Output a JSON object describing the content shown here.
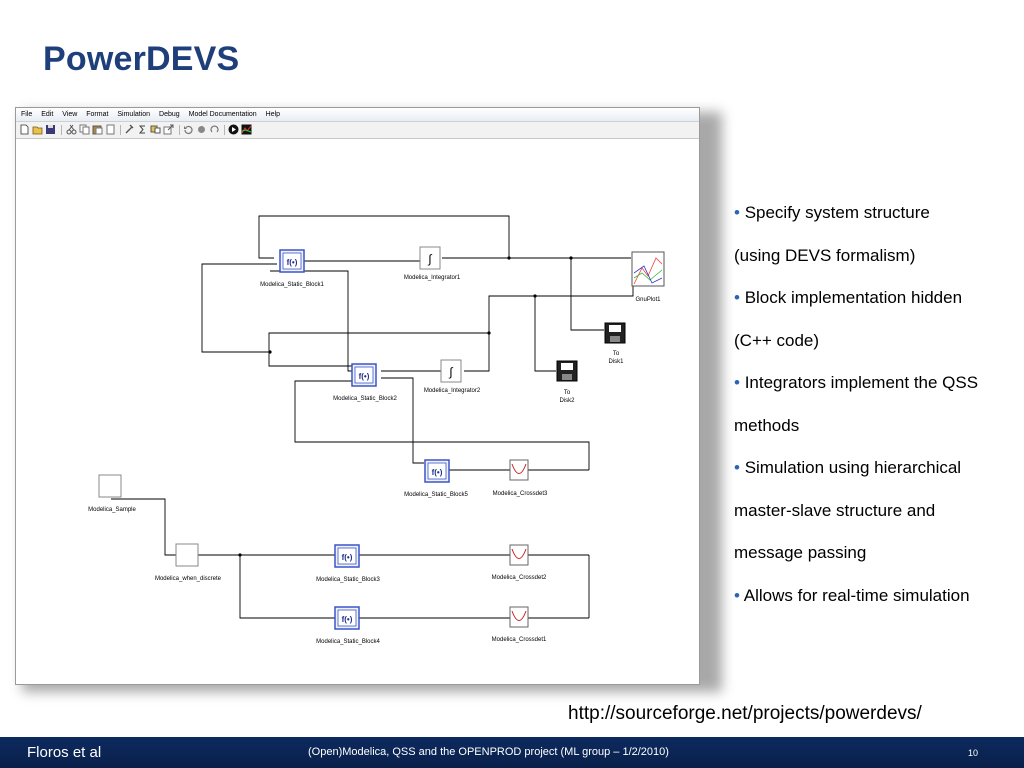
{
  "slide": {
    "title": "PowerDEVS",
    "url": "http://sourceforge.net/projects/powerdevs/"
  },
  "app": {
    "menu": [
      "File",
      "Edit",
      "View",
      "Format",
      "Simulation",
      "Debug",
      "Model Documentation",
      "Help"
    ],
    "toolbar_icons": [
      "new-file-icon",
      "open-folder-icon",
      "save-icon",
      "cut-icon",
      "copy-icon",
      "paste-icon",
      "page-icon",
      "tools-icon",
      "sigma-icon",
      "block-icon",
      "export-icon",
      "reload-icon",
      "record-icon",
      "loop-icon",
      "run-icon",
      "plot-icon"
    ]
  },
  "diagram": {
    "blocks": {
      "static1": {
        "glyph": "f(•)",
        "label": "Modelica_Static_Block1"
      },
      "static2": {
        "glyph": "f(•)",
        "label": "Modelica_Static_Block2"
      },
      "static3": {
        "glyph": "f(•)",
        "label": "Modelica_Static_Block3"
      },
      "static4": {
        "glyph": "f(•)",
        "label": "Modelica_Static_Block4"
      },
      "static5": {
        "glyph": "f(•)",
        "label": "Modelica_Static_Block5"
      },
      "integrator1": {
        "glyph": "∫",
        "label": "Modelica_Integrator1"
      },
      "integrator2": {
        "glyph": "∫",
        "label": "Modelica_Integrator2"
      },
      "gnuplot": {
        "label": "GnuPlot1"
      },
      "disk1": {
        "label_line1": "To",
        "label_line2": "Disk1"
      },
      "disk2": {
        "label_line1": "To",
        "label_line2": "Disk2"
      },
      "crossdet1": {
        "label": "Modelica_Crossdet1"
      },
      "crossdet2": {
        "label": "Modelica_Crossdet2"
      },
      "crossdet3": {
        "label": "Modelica_Crossdet3"
      },
      "sample": {
        "label": "Modelica_Sample"
      },
      "when": {
        "label": "Modelica_when_discrete"
      }
    }
  },
  "bullets": [
    {
      "dot": "•",
      "text": "Specify system structure"
    },
    {
      "dot": "",
      "text": "(using DEVS formalism)"
    },
    {
      "dot": "•",
      "text": "Block implementation hidden"
    },
    {
      "dot": "",
      "text": "(C++ code)"
    },
    {
      "dot": "•",
      "text": "Integrators implement the QSS"
    },
    {
      "dot": "",
      "text": "methods"
    },
    {
      "dot": "•",
      "text": "Simulation using hierarchical"
    },
    {
      "dot": "",
      "text": "master-slave structure and"
    },
    {
      "dot": "",
      "text": "message passing"
    },
    {
      "dot": "•",
      "text": "Allows for real-time simulation"
    }
  ],
  "footer": {
    "author": "Floros et al",
    "project": "(Open)Modelica, QSS and the OPENPROD project   (ML group – 1/2/2010)",
    "page": "10"
  },
  "colors": {
    "title": "#1f3f7a",
    "footer_bg": "#0d2a5f",
    "bullet_dot": "#2b63b8",
    "block_border": "#3b55c4"
  }
}
